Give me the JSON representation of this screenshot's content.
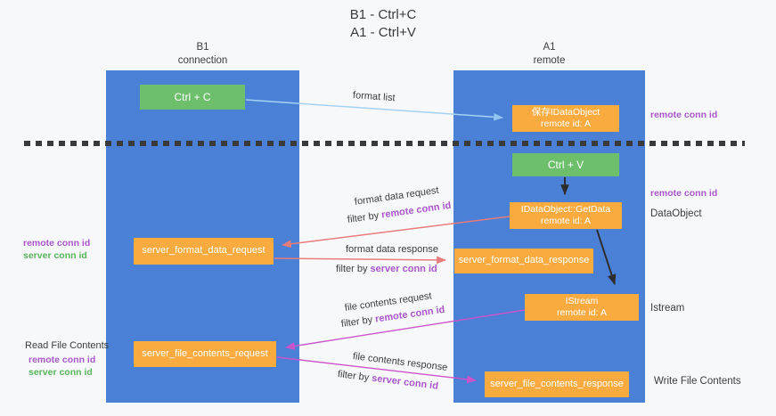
{
  "title": {
    "line1": "B1 - Ctrl+C",
    "line2": "A1 - Ctrl+V"
  },
  "lanes": {
    "left": {
      "name": "B1",
      "role": "connection"
    },
    "right": {
      "name": "A1",
      "role": "remote"
    }
  },
  "nodes": {
    "ctrl_c": "Ctrl + C",
    "ctrl_v": "Ctrl + V",
    "save_dataobject_line1": "保存IDataObject",
    "save_dataobject_line2": "remote id: A",
    "getdata_line1": "IDataObject::GetData",
    "getdata_line2": "remote id: A",
    "istream_line1": "IStream",
    "istream_line2": "remote id: A",
    "server_format_data_request": "server_format_data_request",
    "server_format_data_response": "server_format_data_response",
    "server_file_contents_request": "server_file_contents_request",
    "server_file_contents_response": "server_file_contents_response"
  },
  "edge_labels": {
    "format_list": "format list",
    "format_data_request": "format data request",
    "format_data_response": "format data response",
    "file_contents_request": "file contents request",
    "file_contents_response": "file contents response",
    "filter_by": "filter by",
    "remote_conn_id": "remote conn id",
    "server_conn_id": "server conn id"
  },
  "side_labels": {
    "remote_conn_id": "remote conn id",
    "server_conn_id": "server conn id",
    "dataobject": "DataObject",
    "istream": "Istream",
    "read_file_contents": "Read File Contents",
    "write_file_contents": "Write File Contents"
  },
  "colors": {
    "lane_blue": "#4a80d5",
    "node_green": "#6dbf6c",
    "node_orange": "#f9ab40",
    "arrow_light_blue": "#a5d2f3",
    "arrow_salmon": "#e87c7c",
    "arrow_magenta": "#cb54cb",
    "arrow_black": "#2d2d2d",
    "text_purple": "#a957cb",
    "text_green": "#58b55c"
  }
}
